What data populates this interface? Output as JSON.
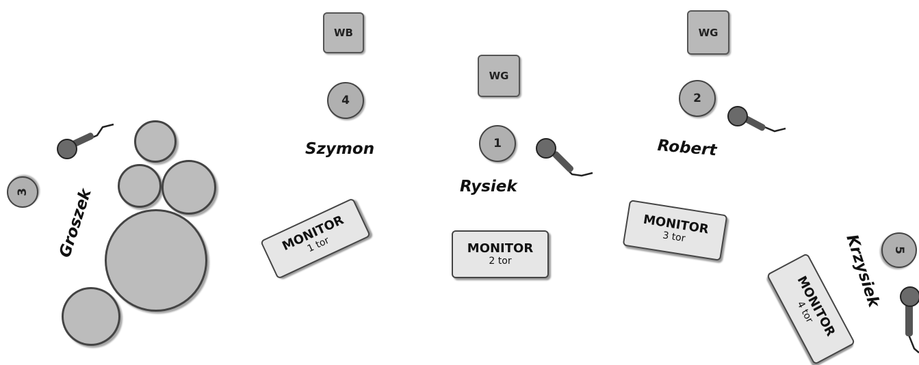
{
  "amps": [
    {
      "id": "wb",
      "label": "WB"
    },
    {
      "id": "wg-center",
      "label": "WG"
    },
    {
      "id": "wg-right",
      "label": "WG"
    }
  ],
  "positions": [
    {
      "id": "1",
      "label": "1"
    },
    {
      "id": "2",
      "label": "2"
    },
    {
      "id": "3",
      "label": "3"
    },
    {
      "id": "4",
      "label": "4"
    },
    {
      "id": "5",
      "label": "5"
    }
  ],
  "names": {
    "groszek": "Groszek",
    "szymon": "Szymon",
    "rysiek": "Rysiek",
    "robert": "Robert",
    "krzysiek": "Krzysiek"
  },
  "monitors": [
    {
      "id": "1",
      "title": "MONITOR",
      "sub": "1 tor"
    },
    {
      "id": "2",
      "title": "MONITOR",
      "sub": "2 tor"
    },
    {
      "id": "3",
      "title": "MONITOR",
      "sub": "3 tor"
    },
    {
      "id": "4",
      "title": "MONITOR",
      "sub": "4 tor"
    }
  ],
  "drum_kit": {
    "drum_count": 5
  },
  "microphones": {
    "count": 4
  }
}
